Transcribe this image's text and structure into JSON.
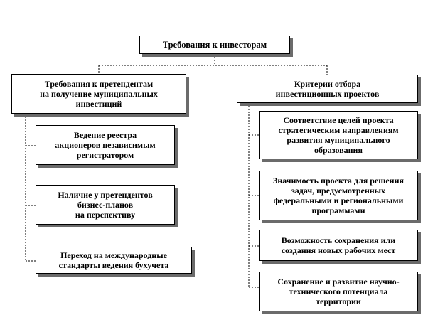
{
  "diagram": {
    "root": "Требования к инвесторам",
    "left": {
      "title": "Требования к претендентам\nна получение муниципальных\nинвестиций",
      "items": [
        "Ведение  реестра\nакционеров независимым\nрегистратором",
        "Наличие  у претендентов\nбизнес-планов\nна перспективу",
        "Переход  на международные\nстандарты  ведения  бухучета"
      ]
    },
    "right": {
      "title": "Критерии  отбора\nинвестиционных  проектов",
      "items": [
        "Соответствие  целей проекта\nстратегическим  направлениям\nразвития муниципального\nобразования",
        "Значимость проекта для решения\nзадач, предусмотренных\nфедеральными  и региональными\nпрограммами",
        "Возможность сохранения или\nсоздания новых рабочих мест",
        "Сохранение  и развитие  научно-\nтехнического  потенциала\nтерритории"
      ]
    },
    "colors": {
      "line": "#000000",
      "shadow": "#6b6b6b",
      "box_fill": "#ffffff"
    }
  }
}
